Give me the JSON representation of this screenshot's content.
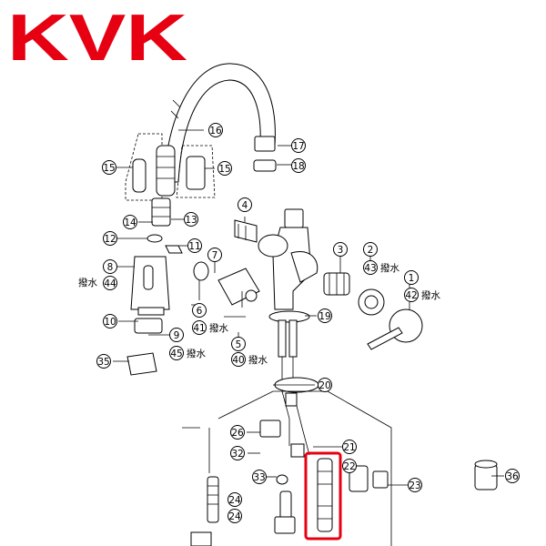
{
  "brand": {
    "logo_text": "KVK",
    "color": "#e60012"
  },
  "annotation": {
    "water_text": "撥水"
  },
  "highlight": {
    "color": "#e60012",
    "target_part": "22"
  },
  "parts": [
    "1",
    "2",
    "3",
    "4",
    "5",
    "6",
    "7",
    "8",
    "9",
    "10",
    "11",
    "12",
    "13",
    "14",
    "15",
    "16",
    "17",
    "18",
    "19",
    "20",
    "21",
    "22",
    "23",
    "24",
    "26",
    "32",
    "33",
    "35",
    "36",
    "40",
    "41",
    "42",
    "43",
    "44",
    "45"
  ]
}
